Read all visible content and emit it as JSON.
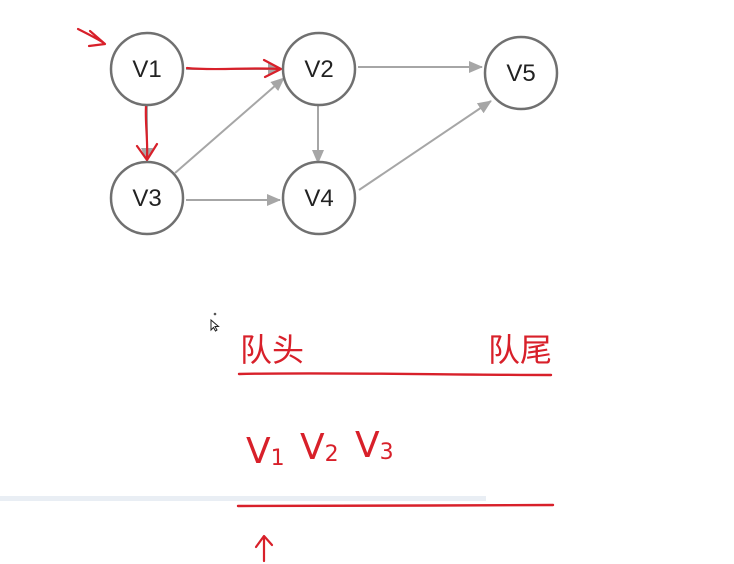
{
  "graph": {
    "nodes": [
      {
        "id": "v1",
        "label": "V1"
      },
      {
        "id": "v2",
        "label": "V2"
      },
      {
        "id": "v3",
        "label": "V3"
      },
      {
        "id": "v4",
        "label": "V4"
      },
      {
        "id": "v5",
        "label": "V5"
      }
    ],
    "edges": [
      {
        "from": "V1",
        "to": "V2",
        "highlighted": true
      },
      {
        "from": "V1",
        "to": "V3",
        "highlighted": true
      },
      {
        "from": "V3",
        "to": "V2",
        "highlighted": false
      },
      {
        "from": "V3",
        "to": "V4",
        "highlighted": false
      },
      {
        "from": "V2",
        "to": "V4",
        "highlighted": false
      },
      {
        "from": "V2",
        "to": "V5",
        "highlighted": false
      },
      {
        "from": "V4",
        "to": "V5",
        "highlighted": false
      }
    ],
    "start_node": "V1"
  },
  "queue": {
    "head_label": "队头",
    "tail_label": "队尾",
    "items": [
      {
        "main": "V",
        "sub": "1"
      },
      {
        "main": "V",
        "sub": "2"
      },
      {
        "main": "V",
        "sub": "3"
      }
    ]
  },
  "colors": {
    "node_stroke": "#707070",
    "edge_gray": "#a6a6a6",
    "annotation_red": "#d8202a"
  }
}
